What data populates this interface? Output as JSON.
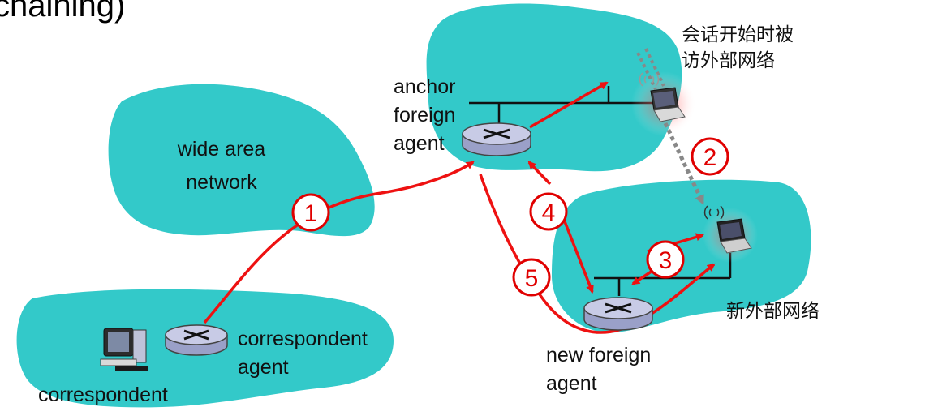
{
  "header": {
    "title_fragment": "chaining)"
  },
  "labels": {
    "wide_area_network": [
      "wide area",
      "network"
    ],
    "anchor_foreign_agent": [
      "anchor",
      "foreign",
      "agent"
    ],
    "correspondent_agent": [
      "correspondent",
      "agent"
    ],
    "correspondent": "correspondent",
    "new_foreign_agent": [
      "new foreign",
      "agent"
    ],
    "visited_network": [
      "会话开始时被",
      "访外部网络"
    ],
    "new_foreign_network": "新外部网络"
  },
  "steps": [
    "1",
    "2",
    "3",
    "4",
    "5"
  ],
  "colors": {
    "cloud": "#33c9c9",
    "arrow": "#ee1111",
    "step": "#e00000",
    "dotted": "#888888",
    "router": "#c8cbe6"
  },
  "icons": [
    "router-icon",
    "laptop-icon",
    "desktop-computer-icon",
    "wireless-signal-icon"
  ]
}
